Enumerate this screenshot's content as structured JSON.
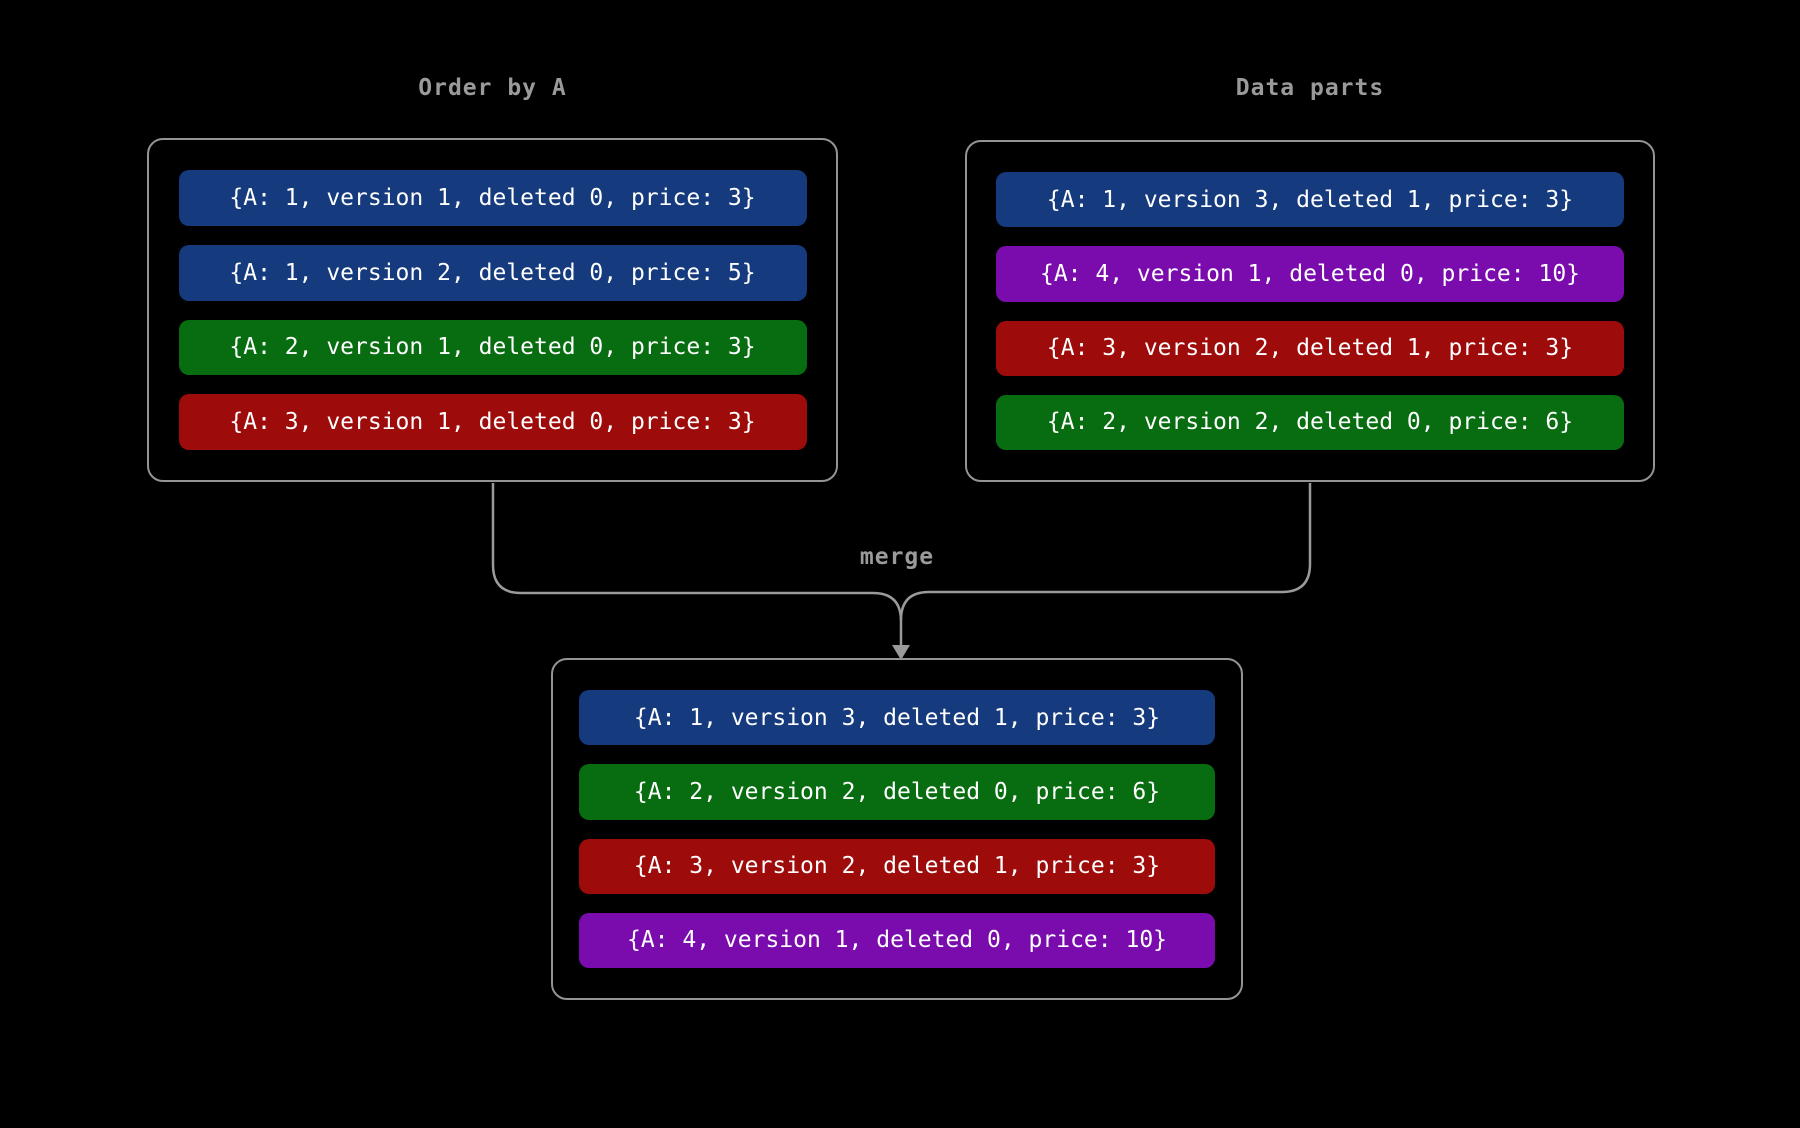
{
  "colors": {
    "blue": "#153a7d",
    "green": "#076d10",
    "red": "#9e0b0b",
    "purple": "#7a0cae",
    "line_gray": "#9a9a9a",
    "text_white": "#ffffff",
    "background": "#000000"
  },
  "merge_label": "merge",
  "boxes": {
    "order_by_a": {
      "title": "Order by A",
      "rows": [
        {
          "text": "{A: 1, version 1, deleted 0, price: 3}",
          "color": "#153a7d"
        },
        {
          "text": "{A: 1, version 2, deleted 0, price: 5}",
          "color": "#153a7d"
        },
        {
          "text": "{A: 2, version 1, deleted 0, price: 3}",
          "color": "#076d10"
        },
        {
          "text": "{A: 3, version 1, deleted 0, price: 3}",
          "color": "#9e0b0b"
        }
      ]
    },
    "data_parts": {
      "title": "Data parts",
      "rows": [
        {
          "text": "{A: 1, version 3, deleted 1, price: 3}",
          "color": "#153a7d"
        },
        {
          "text": "{A: 4, version 1, deleted 0, price: 10}",
          "color": "#7a0cae"
        },
        {
          "text": "{A: 3, version 2, deleted 1, price: 3}",
          "color": "#9e0b0b"
        },
        {
          "text": "{A: 2, version 2, deleted 0, price: 6}",
          "color": "#076d10"
        }
      ]
    },
    "merged": {
      "rows": [
        {
          "text": "{A: 1, version 3, deleted 1, price: 3}",
          "color": "#153a7d"
        },
        {
          "text": "{A: 2, version 2, deleted 0, price: 6}",
          "color": "#076d10"
        },
        {
          "text": "{A: 3, version 2, deleted 1, price: 3}",
          "color": "#9e0b0b"
        },
        {
          "text": "{A: 4, version 1, deleted 0, price: 10}",
          "color": "#7a0cae"
        }
      ]
    }
  }
}
